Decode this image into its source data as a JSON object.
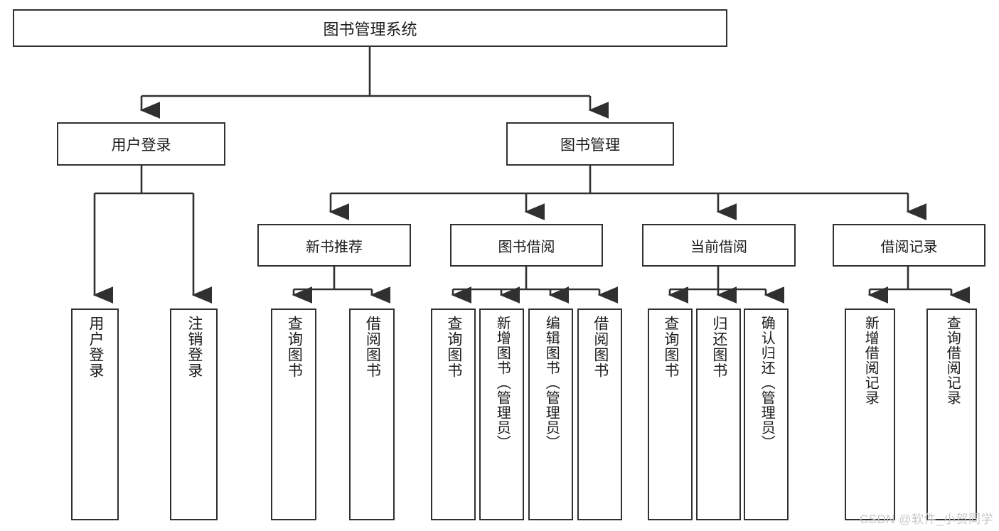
{
  "diagram": {
    "title": "图书管理系统",
    "type": "tree-hierarchy-diagram",
    "colors": {
      "background": "#ffffff",
      "box_border": "#303030",
      "box_fill": "#ffffff",
      "text": "#1a1a1a",
      "connector": "#303030",
      "watermark": "#c9c9c9"
    },
    "root": {
      "label": "图书管理系统"
    },
    "level1": [
      {
        "id": "user-login",
        "label": "用户登录"
      },
      {
        "id": "book-management",
        "label": "图书管理"
      }
    ],
    "level2": [
      {
        "id": "new-book-recommend",
        "label": "新书推荐"
      },
      {
        "id": "book-borrow",
        "label": "图书借阅"
      },
      {
        "id": "current-borrow",
        "label": "当前借阅"
      },
      {
        "id": "borrow-record",
        "label": "借阅记录"
      }
    ],
    "leaves": {
      "user_login": [
        {
          "id": "leaf-user-login",
          "label": "用户登录"
        },
        {
          "id": "leaf-logout-login",
          "label": "注销登录"
        }
      ],
      "new_book_recommend": [
        {
          "id": "leaf-query-book-1",
          "label": "查询图书"
        },
        {
          "id": "leaf-borrow-book-1",
          "label": "借阅图书"
        }
      ],
      "book_borrow": [
        {
          "id": "leaf-query-book-2",
          "label": "查询图书"
        },
        {
          "id": "leaf-add-book",
          "label": "新增图书（管理员）"
        },
        {
          "id": "leaf-edit-book",
          "label": "编辑图书（管理员）"
        },
        {
          "id": "leaf-borrow-book-2",
          "label": "借阅图书"
        }
      ],
      "current_borrow": [
        {
          "id": "leaf-query-book-3",
          "label": "查询图书"
        },
        {
          "id": "leaf-return-book",
          "label": "归还图书"
        },
        {
          "id": "leaf-confirm-return",
          "label": "确认归还（管理员）"
        }
      ],
      "borrow_record": [
        {
          "id": "leaf-add-record",
          "label": "新增借阅记录"
        },
        {
          "id": "leaf-query-record",
          "label": "查询借阅记录"
        }
      ]
    }
  },
  "watermark": {
    "text": "CSDN @软件_小贺同学"
  }
}
